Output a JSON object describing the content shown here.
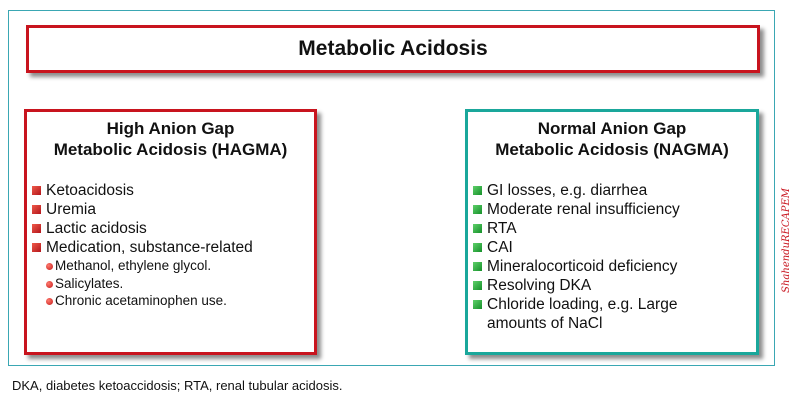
{
  "title": "Metabolic Acidosis",
  "hagma": {
    "heading_line1": "High Anion Gap",
    "heading_line2": "Metabolic Acidosis (HAGMA)",
    "items": [
      "Ketoacidosis",
      "Uremia",
      "Lactic acidosis",
      "Medication, substance-related"
    ],
    "sub_items": [
      "Methanol, ethylene glycol.",
      "Salicylates.",
      "Chronic acetaminophen use."
    ]
  },
  "nagma": {
    "heading_line1": "Normal Anion Gap",
    "heading_line2": "Metabolic Acidosis (NAGMA)",
    "items": [
      "GI losses, e.g. diarrhea",
      "Moderate renal insufficiency",
      "RTA",
      "CAI",
      "Mineralocorticoid deficiency",
      "Resolving DKA",
      "Chloride loading, e.g. Large"
    ],
    "last_item_continuation": "amounts of NaCl"
  },
  "footnote": "DKA, diabetes ketoaccidosis; RTA, renal tubular acidosis.",
  "watermark": "ShahenduRECAPEM",
  "colors": {
    "red_border": "#c8141e",
    "teal_border": "#1aa79b",
    "outer_border": "#3aa7b3"
  }
}
